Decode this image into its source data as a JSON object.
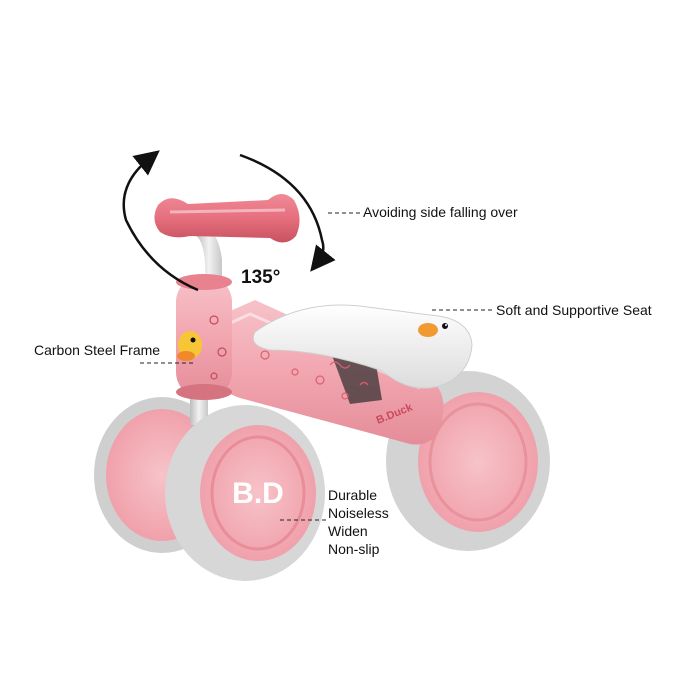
{
  "callouts": {
    "side_falling": "Avoiding side falling over",
    "seat": "Soft and Supportive Seat",
    "frame": "Carbon Steel Frame",
    "angle": "135°",
    "wheel_features": [
      "Durable",
      "Noiseless",
      "Widen",
      "Non-slip"
    ]
  },
  "logos": {
    "wheel_logo": "B.D",
    "frame_logo": "B.Duck"
  },
  "colors": {
    "frame_pink": "#f2a6b0",
    "handle_pink": "#e66f7e",
    "wheel_gray": "#d7d7d7",
    "hub_pink": "#f4b1b9",
    "seat_white": "#f4f4f4"
  }
}
